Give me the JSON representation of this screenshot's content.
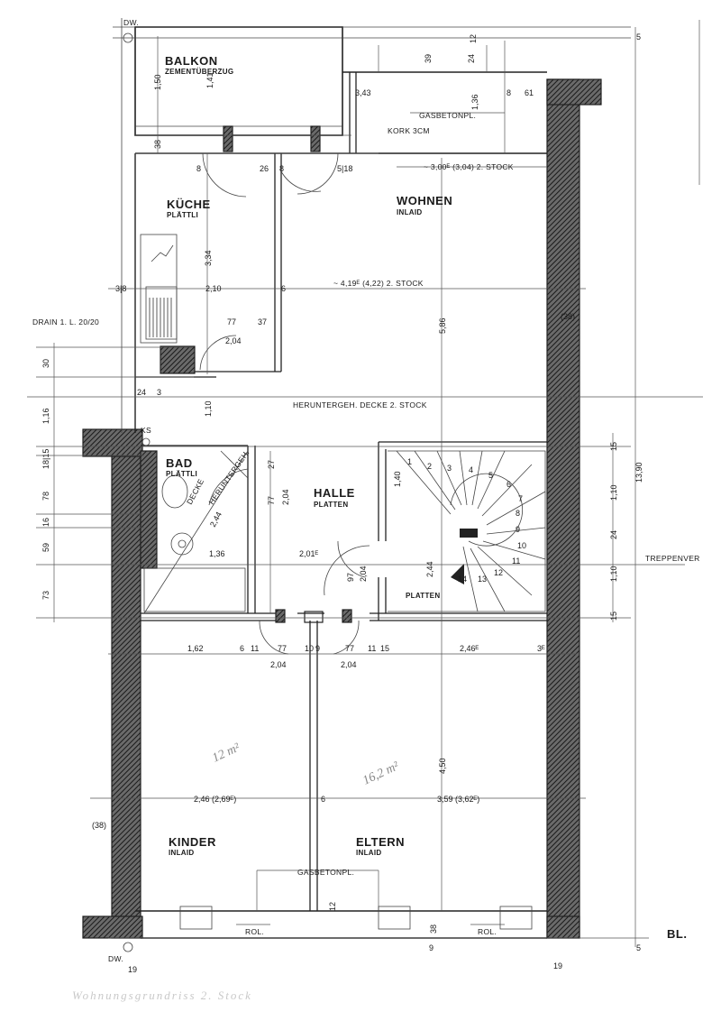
{
  "rooms": {
    "balkon": {
      "name": "BALKON",
      "sub": "ZEMENTÜBERZUG"
    },
    "kueche": {
      "name": "KÜCHE",
      "sub": "PLÄTTLI"
    },
    "wohnen": {
      "name": "WOHNEN",
      "sub": "INLAID"
    },
    "bad": {
      "name": "BAD",
      "sub": "PLÄTTLI"
    },
    "halle": {
      "name": "HALLE",
      "sub": "PLATTEN"
    },
    "treppe": {
      "name": "PLATTEN"
    },
    "kinder": {
      "name": "KINDER",
      "sub": "INLAID"
    },
    "eltern": {
      "name": "ELTERN",
      "sub": "INLAID"
    }
  },
  "notes": {
    "gasbeton_top": "GASBETONPL.",
    "kork": "KORK 3CM",
    "height_3": "~ 3,00ᴱ (3,04) 2. STOCK",
    "height_4": "~ 4,19ᴱ (4,22) 2. STOCK",
    "drain": "DRAIN 1. L. 20/20",
    "decke": "HERUNTERGEH. DECKE 2. STOCK",
    "gasbeton_bottom": "GASBETONPL.",
    "treppe": "TREPPENVER",
    "rol_left": "ROL.",
    "rol_right": "ROL.",
    "bl": "BL.",
    "dw_top": "DW.",
    "dw_bottom": "DW.",
    "decke_bad": "DECKE",
    "herunter_bad": "HERUNTERGEH.",
    "ks": "KS",
    "area_kinder": "12 m²",
    "area_eltern": "16,2 m²",
    "bottom_text": "Wohnungsgrundriss 2. Stock"
  },
  "dims": {
    "d150": "1,50",
    "d141": "1,41",
    "d38a": "38",
    "d334": "3,34",
    "d38b": "3|8",
    "d210": "2,10",
    "d6a": "6",
    "d586": "5,86",
    "d77a": "77",
    "d37": "37",
    "d204a": "2,04",
    "d30": "30",
    "d116": "1,16",
    "d110a": "1,10",
    "d24": "24",
    "d3a": "3",
    "d1815": "18|15",
    "d78": "78",
    "d16": "16",
    "d59": "59",
    "d73": "73",
    "d27": "27",
    "d77b": "77",
    "d204b": "2,04",
    "d244a": "2,44",
    "d136": "1,36",
    "d201": "2,01ᴱ",
    "d97": "97",
    "d204c": "2,04",
    "d244b": "2,44",
    "d140": "1,40",
    "d162": "1,62",
    "d6b": "6",
    "d11a": "11",
    "d77c": "77",
    "d10": "10",
    "d9": "9",
    "d77d": "77",
    "d11b": "11",
    "d15a": "15",
    "d246": "2,46ᴱ",
    "d3b": "3ᴱ",
    "d204d": "2,04",
    "d204e": "2,04",
    "d450": "4,50",
    "d246b": "2,46 (2,69ᴱ)",
    "d6c": "6",
    "d359": "3,59 (3,62ᴱ)",
    "d38c": "(38)",
    "d38d": "(38)",
    "d1390": "13,90",
    "d110b": "1,10",
    "d24b": "24",
    "d110c": "1,10",
    "d15b": "15",
    "d15c": "15",
    "d36": "1,36",
    "d61": "61",
    "d8a": "8",
    "d343": "3,43",
    "d39": "39",
    "d24c": "24",
    "d12a": "12",
    "d5": "5",
    "d8b": "8",
    "d26": "26",
    "d8c": "8",
    "d518": "5|18",
    "d12b": "12",
    "d38e": "38",
    "d9b": "9",
    "d19a": "19",
    "d19b": "19",
    "d5b": "5"
  },
  "stairs": [
    "1",
    "2",
    "3",
    "4",
    "5",
    "6",
    "7",
    "8",
    "9",
    "10",
    "11",
    "12",
    "13",
    "14"
  ]
}
